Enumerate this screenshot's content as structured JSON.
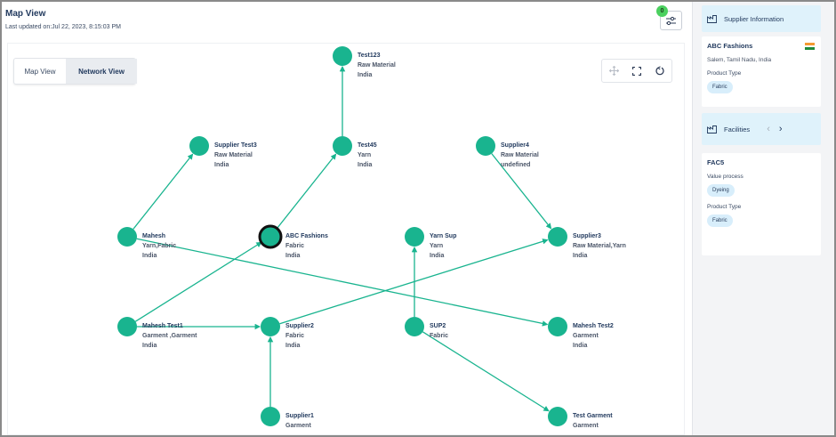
{
  "header": {
    "title": "Map View",
    "updated": "Last updated on:Jul 22, 2023, 8:15:03 PM",
    "filter_badge": "0"
  },
  "view_toggle": {
    "map_label": "Map View",
    "network_label": "Network View",
    "active": "Network View"
  },
  "toolbar": {
    "icons": [
      "move-icon",
      "fullscreen-icon",
      "refresh-icon"
    ]
  },
  "colors": {
    "node": "#19b48f",
    "edge": "#19b48f",
    "selected_border": "#111111",
    "panel_header_bg": "#dff2fb",
    "chip_bg": "#d8eefb",
    "filter_badge": "#4bd05f"
  },
  "network": {
    "selected": "ABC Fashions",
    "nodes": [
      {
        "id": "test123",
        "name": "Test123",
        "lines": [
          "Raw Material",
          "India"
        ]
      },
      {
        "id": "supplier-test3",
        "name": "Supplier Test3",
        "lines": [
          "Raw Material",
          "India"
        ]
      },
      {
        "id": "test45",
        "name": "Test45",
        "lines": [
          "Yarn",
          "India"
        ]
      },
      {
        "id": "supplier4",
        "name": "Supplier4",
        "lines": [
          "Raw Material",
          "undefined"
        ]
      },
      {
        "id": "mahesh",
        "name": "Mahesh",
        "lines": [
          "Yarn,Fabric",
          "India"
        ]
      },
      {
        "id": "abc-fashions",
        "name": "ABC Fashions",
        "lines": [
          "Fabric",
          "India"
        ]
      },
      {
        "id": "yarn-sup",
        "name": "Yarn Sup",
        "lines": [
          "Yarn",
          "India"
        ]
      },
      {
        "id": "supplier3",
        "name": "Supplier3",
        "lines": [
          "Raw Material,Yarn",
          "India"
        ]
      },
      {
        "id": "mahesh-test1",
        "name": "Mahesh Test1",
        "lines": [
          "Garment ,Garment",
          "India"
        ]
      },
      {
        "id": "supplier2",
        "name": "Supplier2",
        "lines": [
          "Fabric",
          "India"
        ]
      },
      {
        "id": "sup2",
        "name": "SUP2",
        "lines": [
          "Fabric"
        ]
      },
      {
        "id": "mahesh-test2",
        "name": "Mahesh Test2",
        "lines": [
          "Garment",
          "India"
        ]
      },
      {
        "id": "supplier1",
        "name": "Supplier1",
        "lines": [
          "Garment"
        ]
      },
      {
        "id": "test-garment",
        "name": "Test Garment",
        "lines": [
          "Garment"
        ]
      }
    ],
    "edges": [
      {
        "from": "test45",
        "to": "test123"
      },
      {
        "from": "mahesh",
        "to": "supplier-test3"
      },
      {
        "from": "abc-fashions",
        "to": "test45"
      },
      {
        "from": "supplier4",
        "to": "supplier3"
      },
      {
        "from": "mahesh",
        "to": "mahesh-test2"
      },
      {
        "from": "mahesh-test1",
        "to": "abc-fashions"
      },
      {
        "from": "mahesh-test1",
        "to": "supplier2"
      },
      {
        "from": "supplier2",
        "to": "supplier3"
      },
      {
        "from": "sup2",
        "to": "yarn-sup"
      },
      {
        "from": "sup2",
        "to": "test-garment"
      },
      {
        "from": "supplier1",
        "to": "supplier2"
      }
    ]
  },
  "panel": {
    "supplier_header": "Supplier Information",
    "supplier": {
      "name": "ABC Fashions",
      "location": "Salem, Tamil Nadu, India",
      "product_type_label": "Product Type",
      "product_type": "Fabric",
      "flag_icon": "india-flag-icon"
    },
    "facilities_header": "Facilities",
    "facility": {
      "name": "FAC5",
      "value_process_label": "Value process",
      "value_process": "Dyeing",
      "product_type_label": "Product Type",
      "product_type": "Fabric"
    }
  }
}
